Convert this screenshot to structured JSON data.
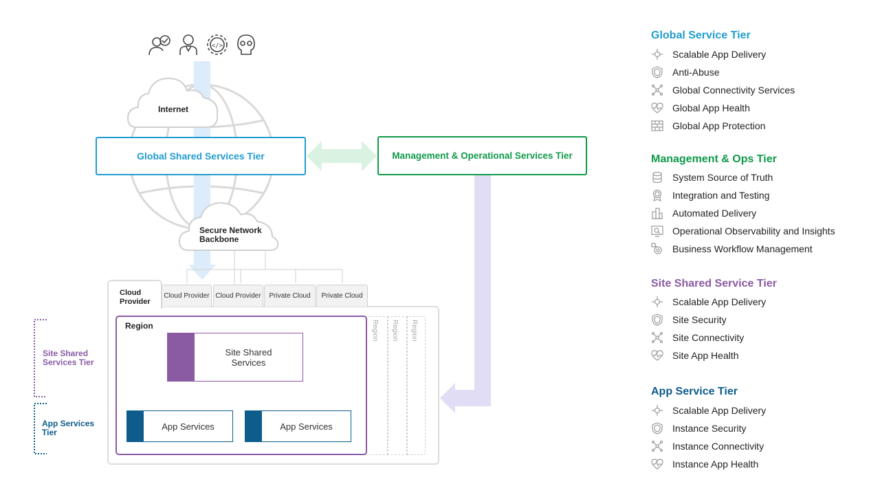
{
  "colors": {
    "global": "#1f9ccf",
    "mgmt": "#0e9a49",
    "site": "#8a5aa3",
    "app": "#0d5c8c",
    "gray": "#c8c8c8"
  },
  "diagram": {
    "internet_label": "Internet",
    "backbone_label": "Secure Network Backbone",
    "global_tier_label": "Global Shared Services Tier",
    "mgmt_tier_label": "Management & Operational Services Tier",
    "cloud_provider_label": "Cloud Provider",
    "tabs": [
      "Cloud Provider",
      "Cloud Provider",
      "Private Cloud",
      "Private Cloud"
    ],
    "region_label": "Region",
    "ghost_regions": [
      "Region",
      "Region",
      "Region"
    ],
    "site_shared_services": "Site Shared Services",
    "app_services": [
      "App Services",
      "App Services"
    ],
    "side_site_label": "Site Shared Services Tier",
    "side_app_label": "App Services Tier",
    "user_icons": [
      "verified-user-icon",
      "user-icon",
      "gear-bot-icon",
      "skull-icon"
    ]
  },
  "legend": [
    {
      "title": "Global Service Tier",
      "color": "#1f9ccf",
      "items": [
        {
          "icon": "delivery-icon",
          "label": "Scalable App Delivery"
        },
        {
          "icon": "shield-icon",
          "label": "Anti-Abuse"
        },
        {
          "icon": "network-icon",
          "label": "Global Connectivity Services"
        },
        {
          "icon": "heart-icon",
          "label": "Global App Health"
        },
        {
          "icon": "firewall-icon",
          "label": "Global App Protection"
        }
      ]
    },
    {
      "title": "Management & Ops Tier",
      "color": "#0e9a49",
      "items": [
        {
          "icon": "database-icon",
          "label": "System Source of Truth"
        },
        {
          "icon": "badge-icon",
          "label": "Integration and Testing"
        },
        {
          "icon": "buildings-icon",
          "label": "Automated Delivery"
        },
        {
          "icon": "monitor-icon",
          "label": "Operational Observability and Insights"
        },
        {
          "icon": "workflow-icon",
          "label": "Business Workflow Management"
        }
      ]
    },
    {
      "title": "Site Shared Service Tier",
      "color": "#8a5aa3",
      "items": [
        {
          "icon": "delivery-icon",
          "label": "Scalable App Delivery"
        },
        {
          "icon": "shield-icon",
          "label": "Site Security"
        },
        {
          "icon": "network-icon",
          "label": "Site Connectivity"
        },
        {
          "icon": "heart-icon",
          "label": "Site App Health"
        }
      ]
    },
    {
      "title": "App Service Tier",
      "color": "#0d5c8c",
      "items": [
        {
          "icon": "delivery-icon",
          "label": "Scalable App Delivery"
        },
        {
          "icon": "shield-icon",
          "label": "Instance Security"
        },
        {
          "icon": "network-icon",
          "label": "Instance Connectivity"
        },
        {
          "icon": "heart-icon",
          "label": "Instance App Health"
        }
      ]
    }
  ]
}
